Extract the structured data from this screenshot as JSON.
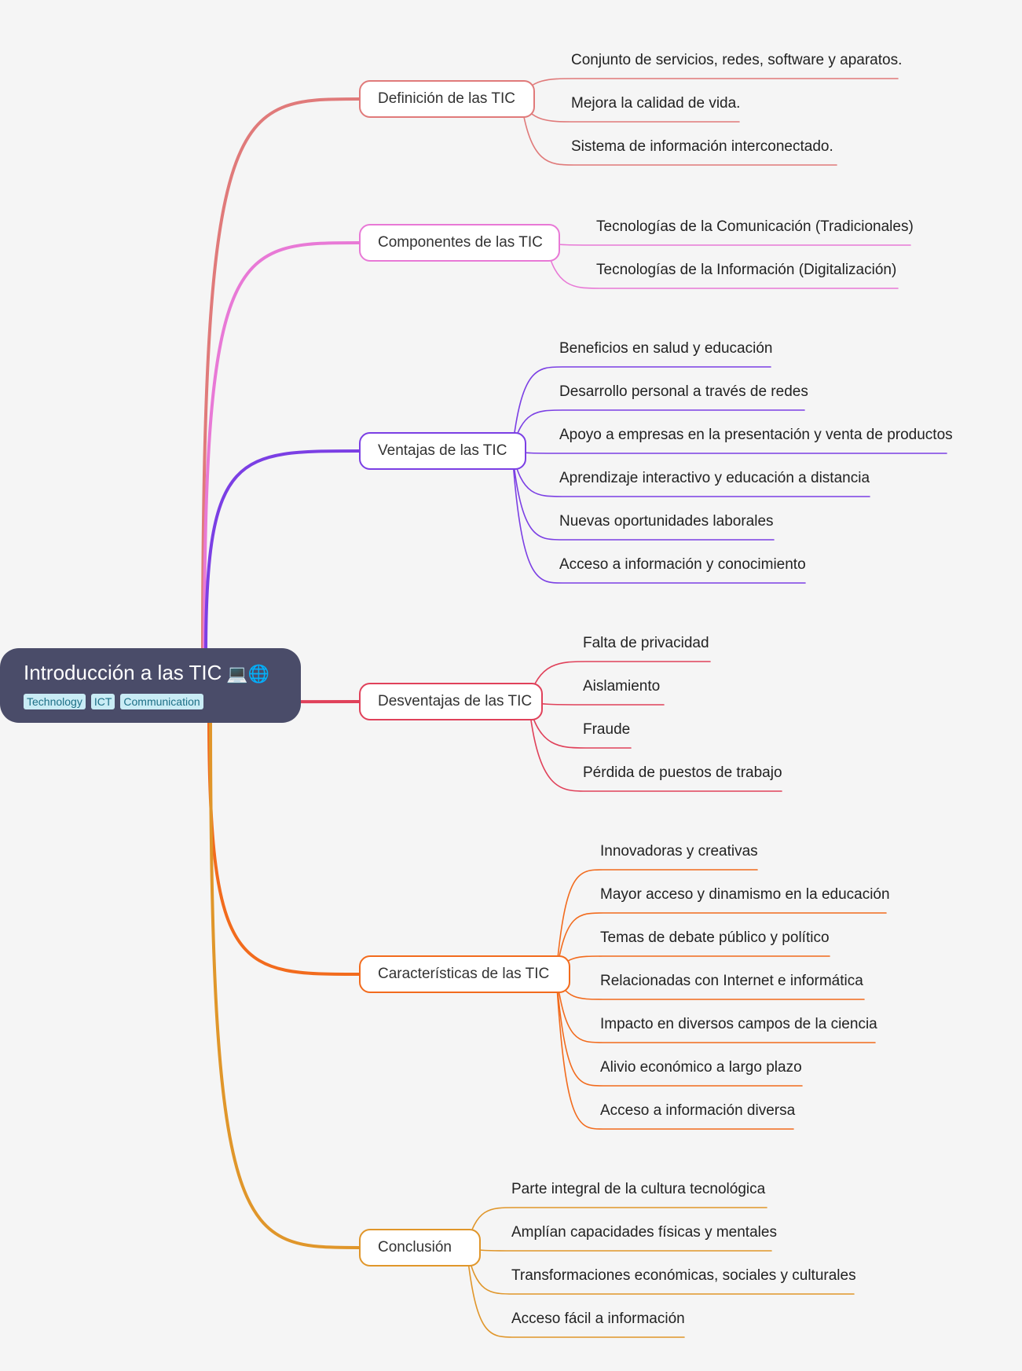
{
  "root": {
    "title": "Introducción a las TIC",
    "icons": "💻🌐",
    "tags": [
      "Technology",
      "ICT",
      "Communication"
    ],
    "color": "#4a4c69"
  },
  "branches": [
    {
      "label": "Definición de las TIC",
      "color": "#e07a7a",
      "children": [
        "Conjunto de servicios, redes, software y aparatos.",
        "Mejora la calidad de vida.",
        "Sistema de información interconectado."
      ]
    },
    {
      "label": "Componentes de las TIC",
      "color": "#e879d6",
      "children": [
        "Tecnologías de la Comunicación (Tradicionales)",
        "Tecnologías de la Información (Digitalización)"
      ]
    },
    {
      "label": "Ventajas de las TIC",
      "color": "#7b3fe4",
      "children": [
        "Beneficios en salud y educación",
        "Desarrollo personal a través de redes",
        "Apoyo a empresas en la presentación y venta de productos",
        "Aprendizaje interactivo y educación a distancia",
        "Nuevas oportunidades laborales",
        "Acceso a información y conocimiento"
      ]
    },
    {
      "label": "Desventajas de las TIC",
      "color": "#e0415a",
      "children": [
        "Falta de privacidad",
        "Aislamiento",
        "Fraude",
        "Pérdida de puestos de trabajo"
      ]
    },
    {
      "label": "Características de las TIC",
      "color": "#f26b1d",
      "children": [
        "Innovadoras y creativas",
        "Mayor acceso y dinamismo en la educación",
        "Temas de debate público y político",
        "Relacionadas con Internet e informática",
        "Impacto en diversos campos de la ciencia",
        "Alivio económico a largo plazo",
        "Acceso a información diversa"
      ]
    },
    {
      "label": "Conclusión",
      "color": "#e0962a",
      "children": [
        "Parte integral de la cultura tecnológica",
        "Amplían capacidades físicas y mentales",
        "Transformaciones económicas, sociales y culturales",
        "Acceso fácil a información"
      ]
    }
  ]
}
